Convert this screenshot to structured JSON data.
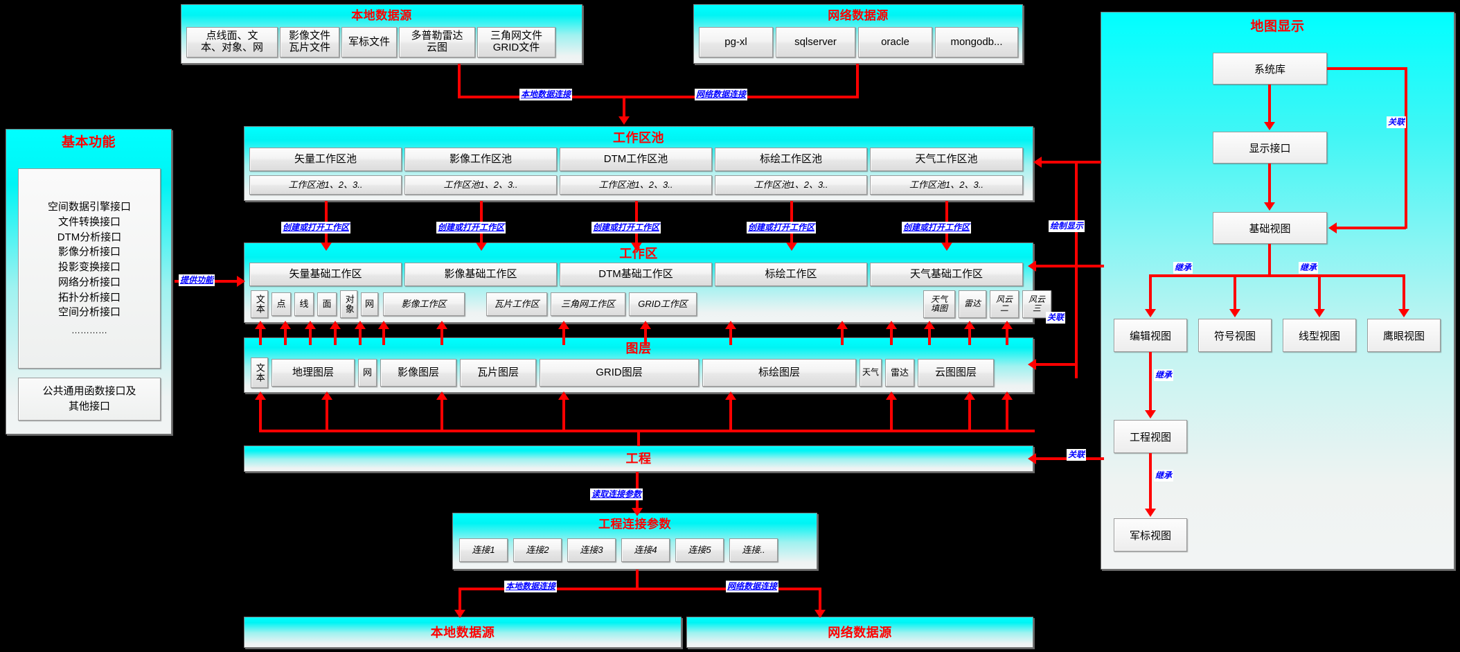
{
  "local_source_top": {
    "title": "本地数据源",
    "items": [
      "点线面、文本、对象、网",
      "影像文件瓦片文件",
      "军标文件",
      "多普勒雷达云图",
      "三角网文件GRID文件"
    ],
    "items_lines": [
      [
        "点线面、文",
        "本、对象、网"
      ],
      [
        "影像文件",
        "瓦片文件"
      ],
      [
        "军标文件"
      ],
      [
        "多普勒雷达",
        "云图"
      ],
      [
        "三角网文件",
        "GRID文件"
      ]
    ]
  },
  "net_source_top": {
    "title": "网络数据源",
    "items": [
      "pg-xl",
      "sqlserver",
      "oracle",
      "mongodb..."
    ]
  },
  "basic_func": {
    "title": "基本功能",
    "interfaces": [
      "空间数据引擎接口",
      "文件转换接口",
      "DTM分析接口",
      "影像分析接口",
      "投影变换接口",
      "网络分析接口",
      "拓扑分析接口",
      "空间分析接口",
      "…………"
    ],
    "common_box": [
      "公共通用函数接口及",
      "其他接口"
    ]
  },
  "workspace_pool": {
    "title": "工作区池",
    "columns": [
      "矢量工作区池",
      "影像工作区池",
      "DTM工作区池",
      "标绘工作区池",
      "天气工作区池"
    ],
    "sub_label": "工作区池1、2、3.."
  },
  "workspace": {
    "title": "工作区",
    "columns": [
      "矢量基础工作区",
      "影像基础工作区",
      "DTM基础工作区",
      "标绘工作区",
      "天气基础工作区"
    ],
    "vector_items": [
      "文本",
      "点",
      "线",
      "面",
      "对象",
      "网"
    ],
    "image_items": [
      "影像工作区"
    ],
    "dtm_items": [
      "瓦片工作区",
      "三角网工作区",
      "GRID工作区"
    ],
    "weather_items": [
      "天气填图",
      "雷达",
      "风云二",
      "风云三"
    ]
  },
  "layers": {
    "title": "图层",
    "items": [
      "文本",
      "地理图层",
      "网",
      "影像图层",
      "瓦片图层",
      "GRID图层",
      "标绘图层",
      "天气",
      "雷达",
      "云图图层"
    ]
  },
  "project": {
    "title": "工程"
  },
  "project_conn": {
    "title": "工程连接参数",
    "items": [
      "连接1",
      "连接2",
      "连接3",
      "连接4",
      "连接5",
      "连接.."
    ]
  },
  "local_source_bottom": {
    "title": "本地数据源"
  },
  "net_source_bottom": {
    "title": "网络数据源"
  },
  "map_display": {
    "title": "地图显示",
    "nodes": {
      "system_lib": "系统库",
      "display_iface": "显示接口",
      "base_view": "基础视图",
      "edit_view": "编辑视图",
      "symbol_view": "符号视图",
      "line_view": "线型视图",
      "eagle_view": "鹰眼视图",
      "project_view": "工程视图",
      "milmark_view": "军标视图"
    }
  },
  "edge_labels": {
    "local_conn": "本地数据连接",
    "net_conn": "网络数据连接",
    "create_or_open": "创建或打开工作区",
    "provide_func": "提供功能",
    "draw_display": "绘制显示",
    "assoc": "关联",
    "inherit": "继承",
    "read_conn_params": "读取连接参数"
  },
  "colors": {
    "accent_red": "#ff0000",
    "label_blue": "#0000ff",
    "panel_cyan": "#00ffff",
    "background": "#000000"
  }
}
